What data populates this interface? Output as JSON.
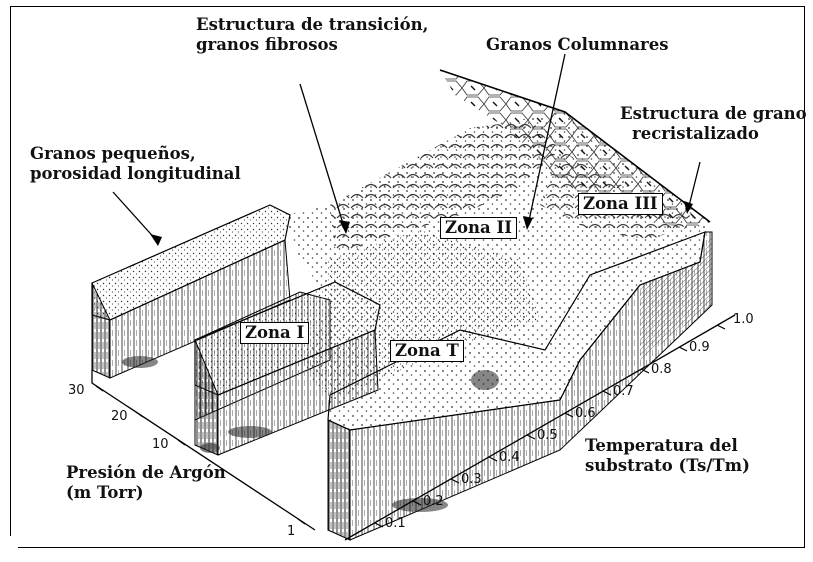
{
  "labels": {
    "transition": [
      "Estructura de transición,",
      "granos fibrosos"
    ],
    "columnar": "Granos Columnares",
    "recrystallized": [
      "Estructura de grano",
      "recristalizado"
    ],
    "small_grains": [
      "Granos pequeños,",
      "porosidad longitudinal"
    ],
    "temperature_axis": [
      "Temperatura del",
      "substrato (Ts/Tm)"
    ],
    "pressure_axis": [
      "Presión de Argón",
      "(m Torr)"
    ]
  },
  "zones": {
    "zone1": "Zona I",
    "zone_t": "Zona T",
    "zone2": "Zona II",
    "zone3": "Zona III"
  },
  "temperature_ticks": [
    "0.1",
    "0.2",
    "0.3",
    "0.4",
    "0.5",
    "0.6",
    "0.7",
    "0.8",
    "0.9",
    "1.0"
  ],
  "pressure_ticks": [
    "1",
    "10",
    "20",
    "30"
  ]
}
